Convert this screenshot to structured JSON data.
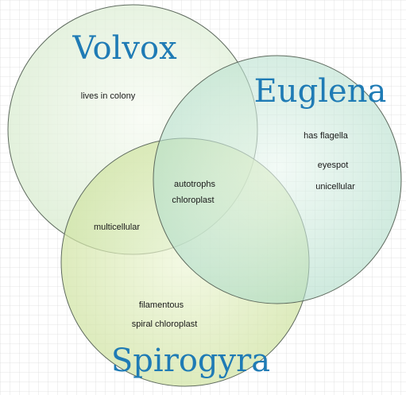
{
  "sets": {
    "volvox": {
      "name": "Volvox"
    },
    "euglena": {
      "name": "Euglena"
    },
    "spirogyra": {
      "name": "Spirogyra"
    }
  },
  "regions": {
    "volvox_only": [
      "lives in colony"
    ],
    "euglena_only": [
      "has flagella",
      "eyespot",
      "unicellular"
    ],
    "volvox_spirogyra": [
      "multicellular"
    ],
    "center": [
      "autotrophs",
      "chloroplast"
    ],
    "spirogyra_only": [
      "filamentous",
      "spiral chloroplast"
    ]
  },
  "colors": {
    "title": "#1f7bb5",
    "volvox_fill": "#d7ebce",
    "euglena_fill": "#a9d9c4",
    "spirogyra_fill": "#c9df96",
    "grid": "#dcdcdc",
    "outline": "#5e6a5e"
  }
}
